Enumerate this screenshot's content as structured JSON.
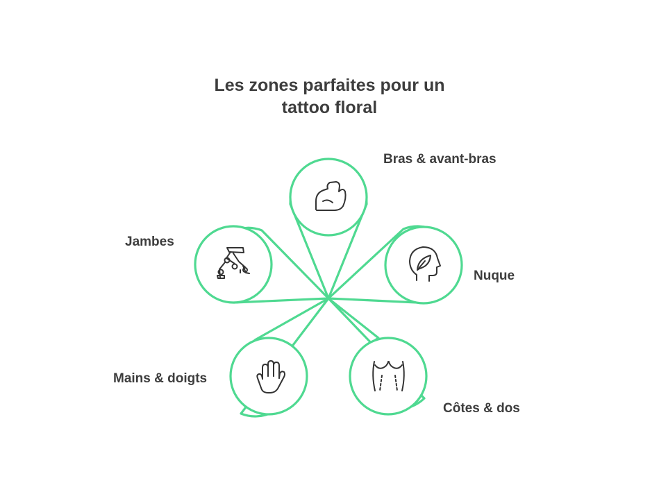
{
  "title": {
    "line1": "Les zones parfaites pour un",
    "line2": "tattoo floral"
  },
  "colors": {
    "accent": "#4fd991",
    "text": "#3d3d3d",
    "icon": "#333333",
    "background": "#ffffff"
  },
  "zones": [
    {
      "label": "Bras & avant-bras",
      "icon": "flexed-arm-icon"
    },
    {
      "label": "Nuque",
      "icon": "head-leaf-icon"
    },
    {
      "label": "Côtes & dos",
      "icon": "torso-icon"
    },
    {
      "label": "Mains & doigts",
      "icon": "hand-icon"
    },
    {
      "label": "Jambes",
      "icon": "robotic-leg-icon"
    }
  ]
}
